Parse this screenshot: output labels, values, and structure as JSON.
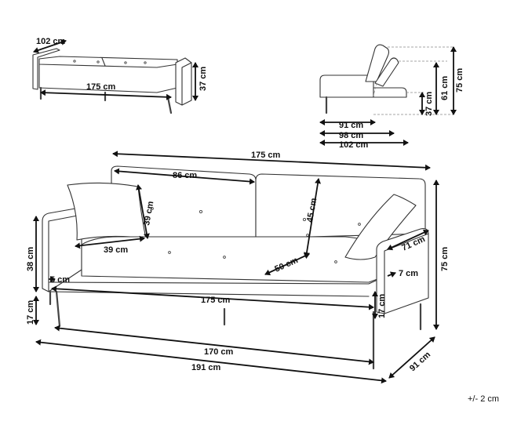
{
  "labels": {
    "top_width": "102 cm",
    "top_length": "175 cm",
    "top_height": "37 cm",
    "side_91": "91 cm",
    "side_98": "98 cm",
    "side_102": "102 cm",
    "side_75": "75 cm",
    "side_61": "61 cm",
    "side_37": "37 cm",
    "main_back_width": "175 cm",
    "main_cushion_width": "86 cm",
    "main_cushion_height": "45 cm",
    "pillow_height": "39 cm",
    "pillow_width": "39 cm",
    "seat_depth": "50 cm",
    "arm_depth": "71 cm",
    "arm_width_right": "7 cm",
    "arm_width_left": "5 cm",
    "arm_height": "38 cm",
    "total_height": "75 cm",
    "leg_height_left": "17 cm",
    "leg_height_right": "17 cm",
    "seat_width": "175 cm",
    "inner_width": "170 cm",
    "total_width": "191 cm",
    "total_depth": "91 cm",
    "tolerance": "+/- 2 cm"
  }
}
